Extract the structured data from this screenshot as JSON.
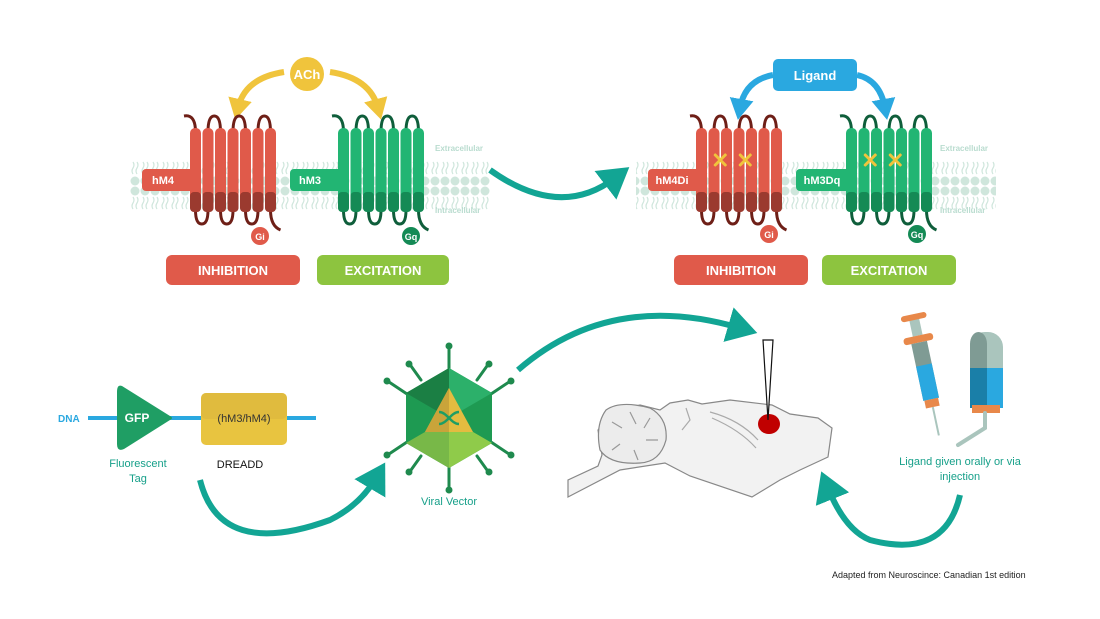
{
  "colors": {
    "inhibition": "#e05a4a",
    "inhibition_dark": "#9b3a2f",
    "inhibition_loop": "#6e1f17",
    "excitation_receptor": "#22b573",
    "excitation_dark": "#148a55",
    "excitation_loop": "#0f5e3b",
    "excitation_badge": "#8dc43f",
    "ach": "#f0c43c",
    "ligand": "#2aa8e0",
    "teal_arrow": "#12a594",
    "membrane": "#cfe6dc",
    "dna_line": "#2aa8e0",
    "gfp": "#1f9e64",
    "dreadd_box": "#e8c440",
    "brain_target": "#c00000"
  },
  "panel_left": {
    "agonist": "ACh",
    "receptor_left": "hM4",
    "receptor_right": "hM3",
    "gprotein_left": "Gi",
    "gprotein_right": "Gq",
    "effect_left": "INHIBITION",
    "effect_right": "EXCITATION",
    "extracellular": "Extracellular",
    "intracellular": "Intracellular"
  },
  "panel_right": {
    "agonist": "Ligand",
    "receptor_left": "hM4Di",
    "receptor_right": "hM3Dq",
    "gprotein_left": "Gi",
    "gprotein_right": "Gq",
    "effect_left": "INHIBITION",
    "effect_right": "EXCITATION",
    "extracellular": "Extracellular",
    "intracellular": "Intracellular"
  },
  "construct": {
    "dna_label": "DNA",
    "tag_label": "GFP",
    "tag_caption_line1": "Fluorescent",
    "tag_caption_line2": "Tag",
    "dreadd_label": "(hM3/hM4)",
    "dreadd_caption": "DREADD"
  },
  "vector": {
    "label": "Viral Vector"
  },
  "delivery": {
    "line1": "Ligand given orally or via",
    "line2": "injection"
  },
  "caption": "Adapted from Neuroscince: Canadian 1st edition"
}
